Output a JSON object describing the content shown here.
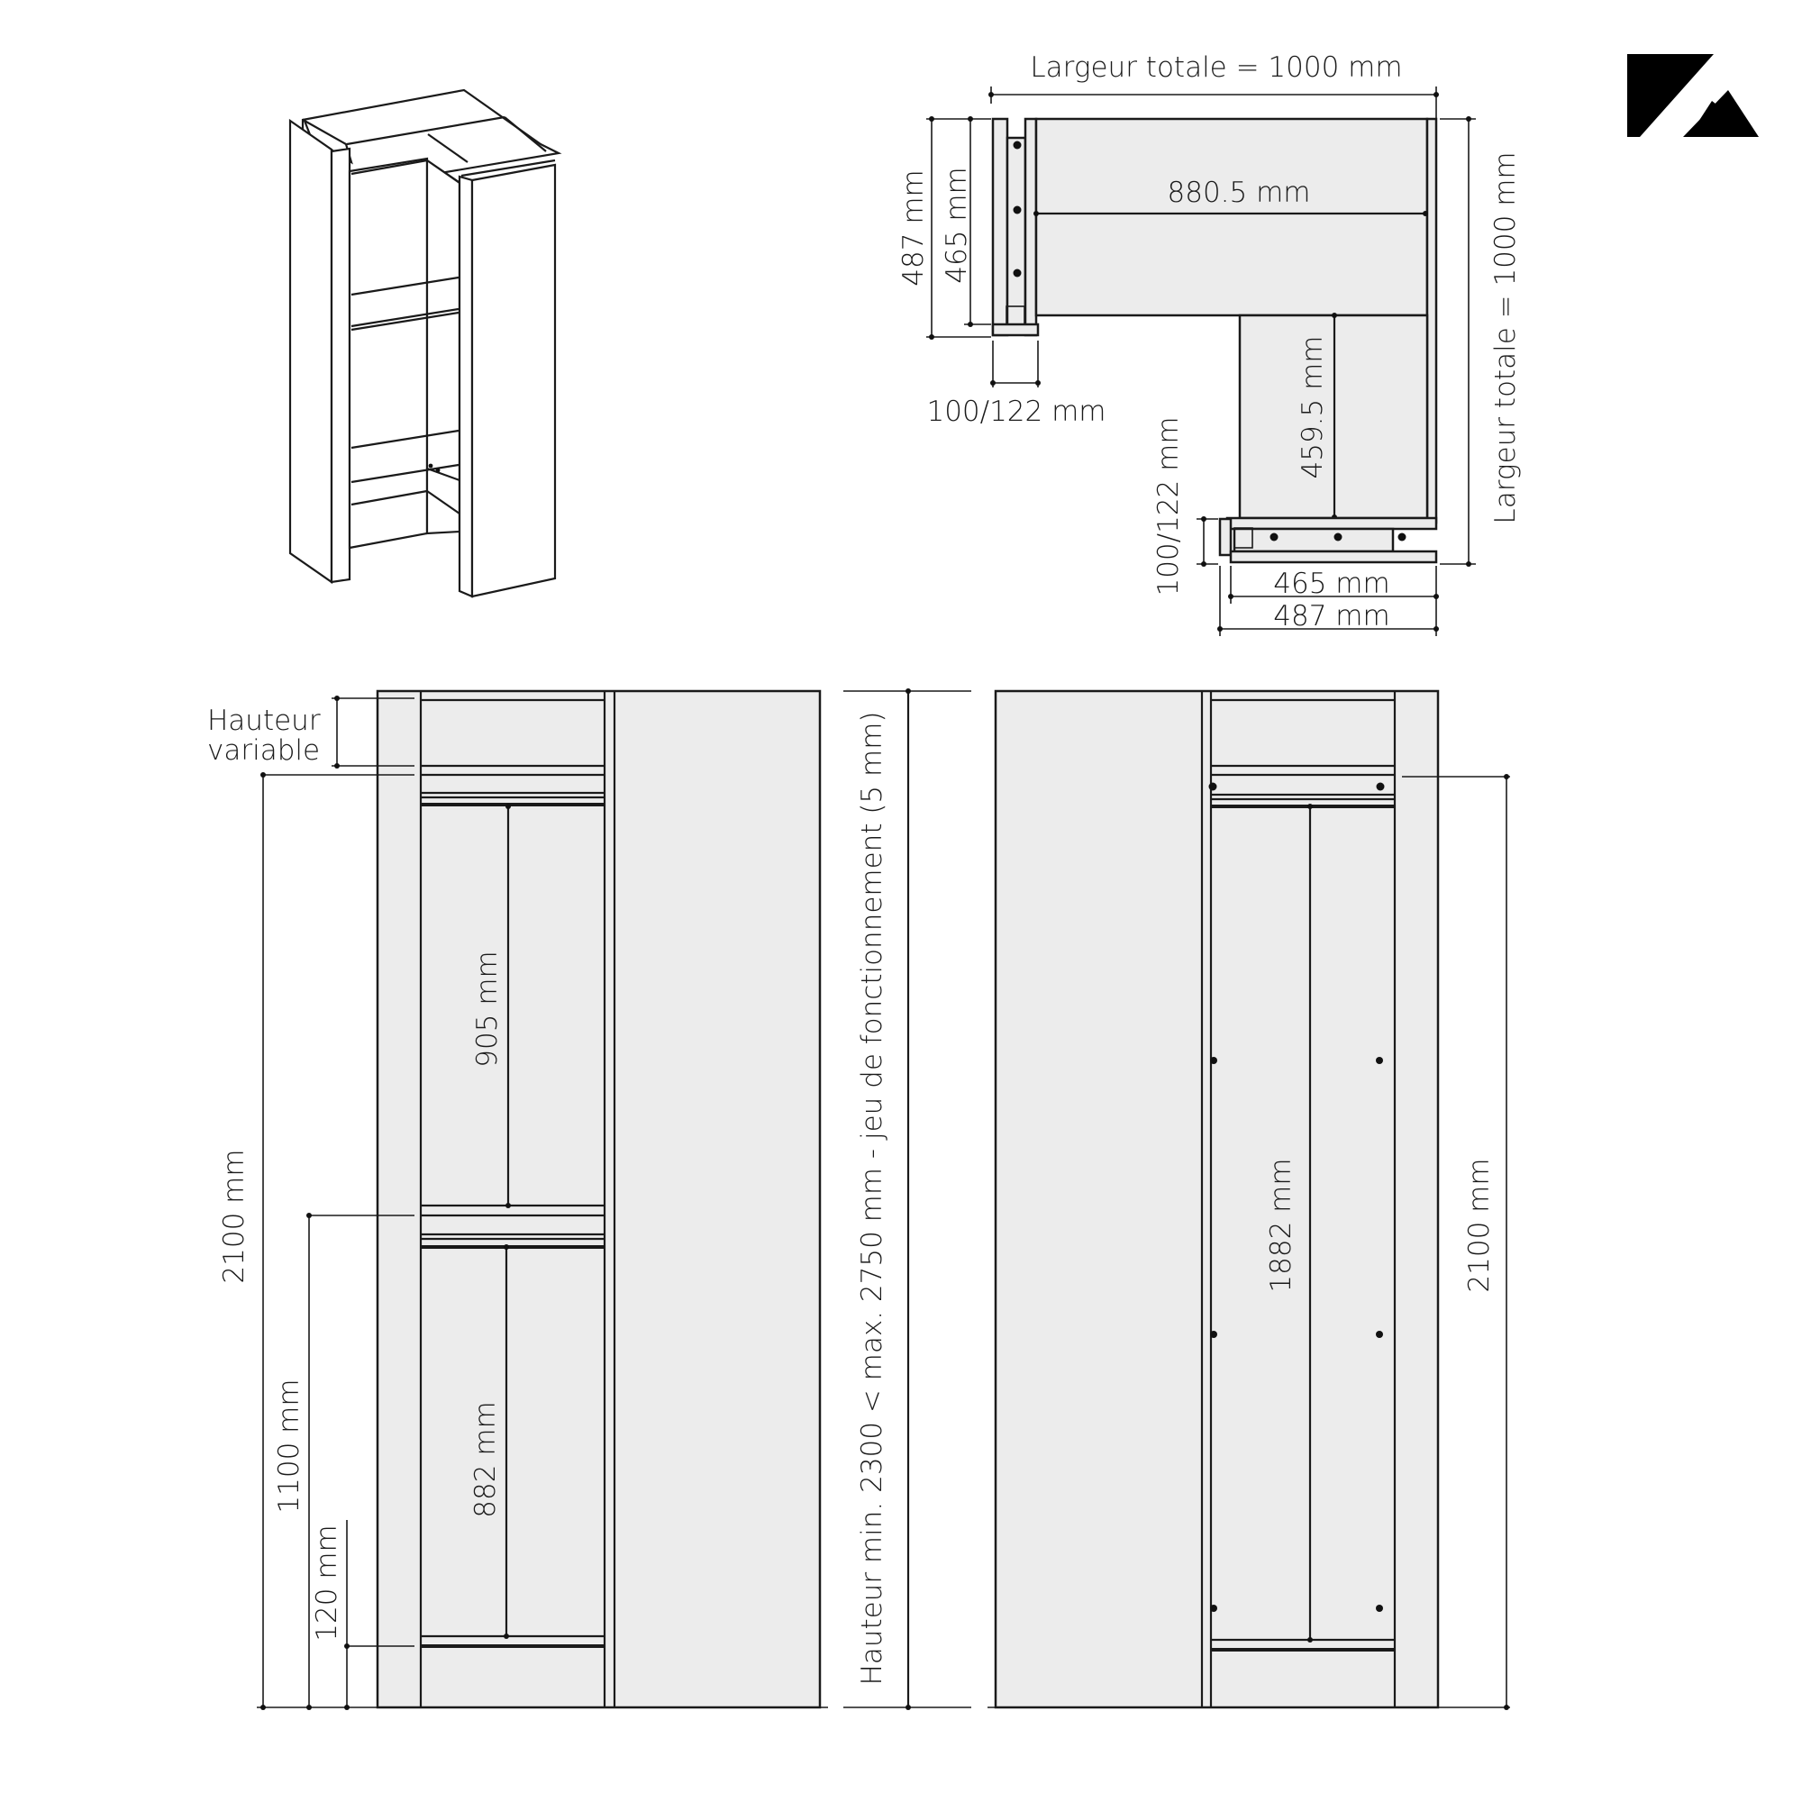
{
  "logo": {
    "name": "brand-logo",
    "color": "#000000"
  },
  "isometric_view": {
    "label": "Corner wardrobe isometric"
  },
  "plan_view": {
    "top_width": "Largeur totale = 1000 mm",
    "right_width": "Largeur totale = 1000 mm",
    "inner_width": "880.5 mm",
    "inner_depth": "459.5 mm",
    "left_depth_outer": "487 mm",
    "left_depth_inner": "465 mm",
    "left_panel": "100/122 mm",
    "bottom_panel": "100/122 mm",
    "bottom_inner": "465 mm",
    "bottom_outer": "487 mm"
  },
  "front_elevation": {
    "variable_height": "Hauteur variable",
    "variable_height_line1": "Hauteur",
    "variable_height_line2": "variable",
    "total_height": "2100 mm",
    "rail_height": "1100 mm",
    "base_height": "120 mm",
    "upper_compartment": "905 mm",
    "lower_compartment": "882 mm"
  },
  "ceiling_note": "Hauteur min. 2300 < max. 2750 mm - jeu de fonctionnement (5 mm)",
  "side_elevation": {
    "inner_height": "1882 mm",
    "total_height": "2100 mm"
  },
  "colors": {
    "panel": "#ececec",
    "line": "#1a1a1a",
    "background": "#ffffff"
  }
}
